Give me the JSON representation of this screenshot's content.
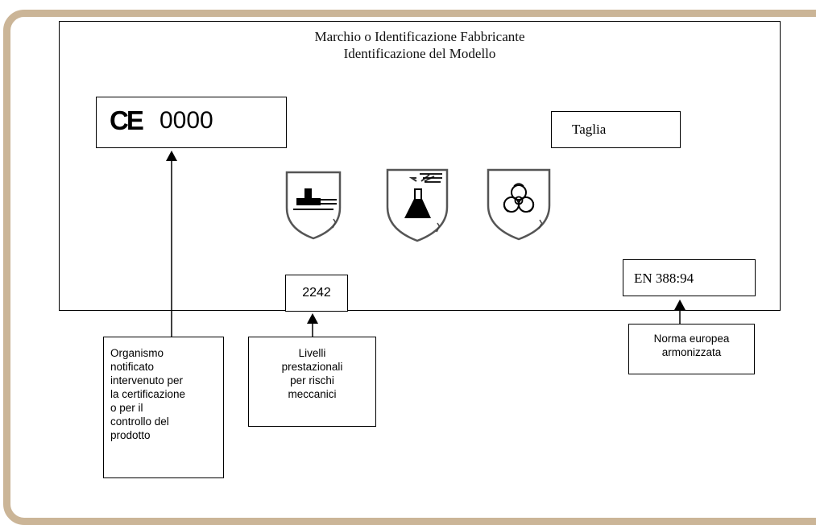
{
  "label": {
    "header_line1": "Marchio o Identificazione Fabbricante",
    "header_line2": "Identificazione del Modello",
    "ce_mark": "CE",
    "notified_body_number": "0000",
    "size_label": "Taglia",
    "performance_code": "2242",
    "standard": "EN 388:94"
  },
  "pictograms": [
    {
      "name": "mechanical-risk-icon"
    },
    {
      "name": "chemical-risk-icon"
    },
    {
      "name": "biohazard-icon"
    }
  ],
  "callouts": {
    "notified_body": [
      "Organismo",
      "notificato",
      "intervenuto per",
      "la certificazione",
      "o per il",
      "controllo del",
      "prodotto"
    ],
    "performance_levels": [
      "Livelli",
      "prestazionali",
      "per rischi",
      "meccanici"
    ],
    "standard_note": [
      "Norma europea",
      "armonizzata"
    ]
  },
  "colors": {
    "frame": "#cbb597",
    "ink": "#000000"
  }
}
